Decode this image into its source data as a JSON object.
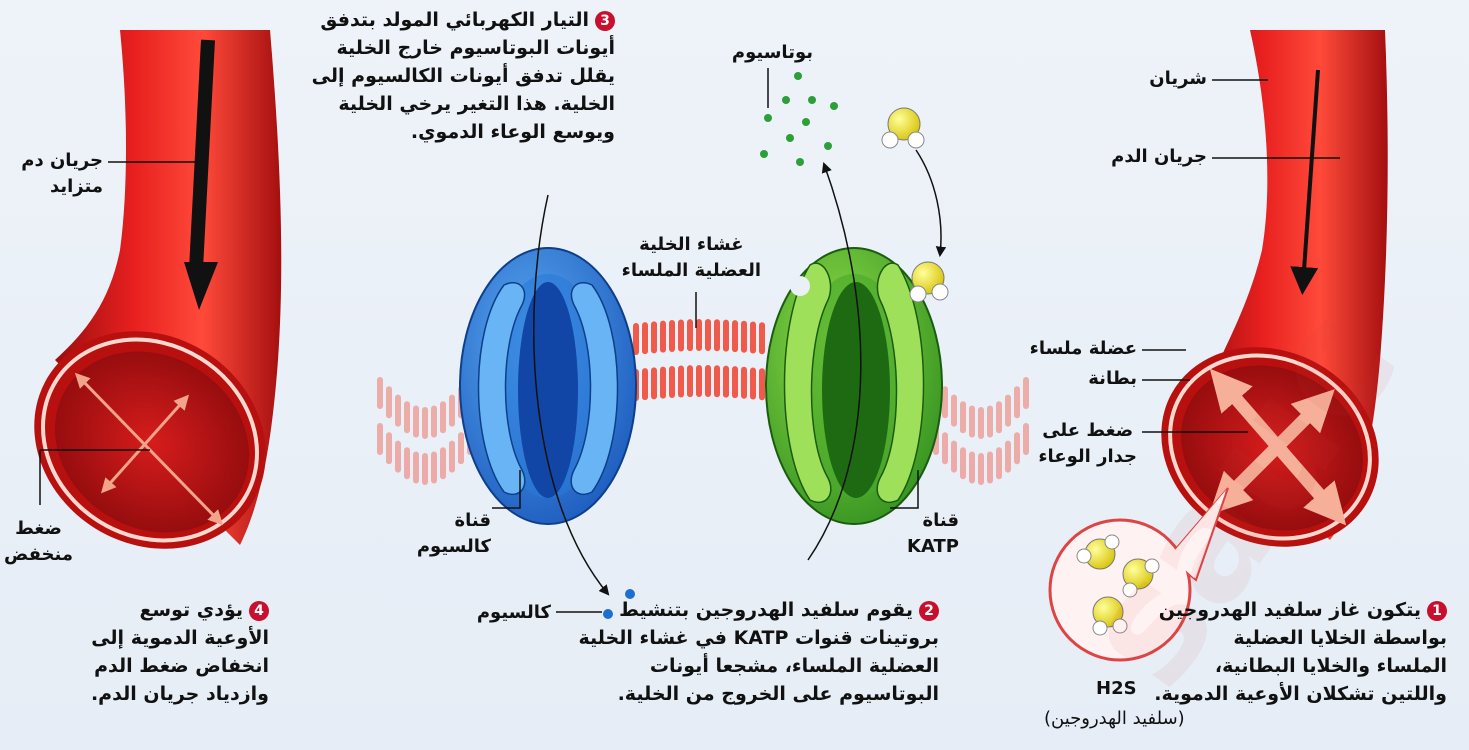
{
  "steps": {
    "s1": {
      "num": "1",
      "lines": [
        "يتكون غاز سلفيد الهدروجين",
        "بواسطة الخلايا العضلية",
        "الملساء والخلايا البطانية،",
        "واللتين تشكلان الأوعية الدموية."
      ]
    },
    "s2": {
      "num": "2",
      "lines": [
        "يقوم سلفيد الهدروجين بتنشيط",
        "بروتينات قنوات KATP في غشاء الخلية",
        "العضلية الملساء، مشجعا أيونات",
        "البوتاسيوم على الخروج من الخلية."
      ]
    },
    "s3": {
      "num": "3",
      "lines": [
        "التيار الكهربائي المولد بتدفق",
        "أيونات البوتاسيوم خارج الخلية",
        "يقلل تدفق أيونات الكالسيوم إلى",
        "الخلية. هذا التغير يرخي الخلية",
        "ويوسع الوعاء الدموي."
      ]
    },
    "s4": {
      "num": "4",
      "lines": [
        "يؤدي توسع",
        "الأوعية الدموية إلى",
        "انخفاض ضغط الدم",
        "وازدياد جريان الدم."
      ]
    }
  },
  "labels": {
    "artery": "شريان",
    "blood_flow": "جريان الدم",
    "smooth_muscle": "عضلة ملساء",
    "lining": "بطانة",
    "pressure_wall": [
      "ضغط على",
      "جدار الوعاء"
    ],
    "increased_flow": [
      "جريان دم",
      "متزايد"
    ],
    "low_pressure": [
      "ضغط",
      "منخفض"
    ],
    "potassium": "بوتاسيوم",
    "calcium": "كالسيوم",
    "membrane": [
      "غشاء الخلية",
      "العضلية الملساء"
    ],
    "calcium_channel": [
      "قناة",
      "كالسيوم"
    ],
    "katp_channel": [
      "قناة",
      "KATP"
    ],
    "h2s_formula": "H2S",
    "h2s_name": "(سلفيد الهدروجين)"
  },
  "colors": {
    "vessel": "#e8201f",
    "calcium_channel": "#1f6fd0",
    "katp_channel": "#3aa82a",
    "molecule": "#f2e21a",
    "potassium_dot": "#2e9e3a",
    "calcium_dot": "#1e6fd0",
    "membrane": "#f05a4a",
    "step_badge": "#c8102e"
  }
}
